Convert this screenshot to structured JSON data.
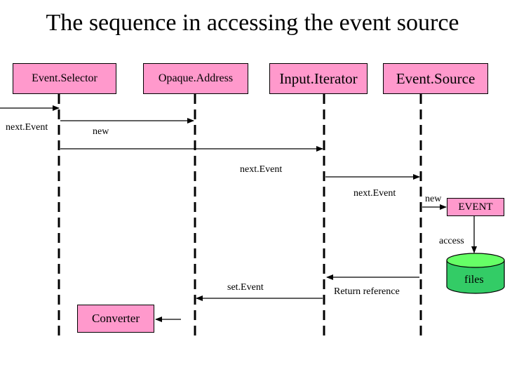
{
  "title": "The sequence in accessing the event source",
  "objects": {
    "event_selector": "Event.Selector",
    "opaque_address": "Opaque.Address",
    "input_iterator": "Input.Iterator",
    "event_source": "Event.Source",
    "event": "EVENT",
    "converter": "Converter",
    "files": "files"
  },
  "messages": {
    "next_event_1": "next.Event",
    "new_1": "new",
    "next_event_2": "next.Event",
    "next_event_3": "next.Event",
    "new_2": "new",
    "access": "access",
    "set_event": "set.Event",
    "return_reference": "Return reference"
  },
  "colors": {
    "box_fill": "#ff99cc",
    "cylinder_fill": "#33cc66",
    "cylinder_top": "#66ff66",
    "line": "#000000"
  }
}
